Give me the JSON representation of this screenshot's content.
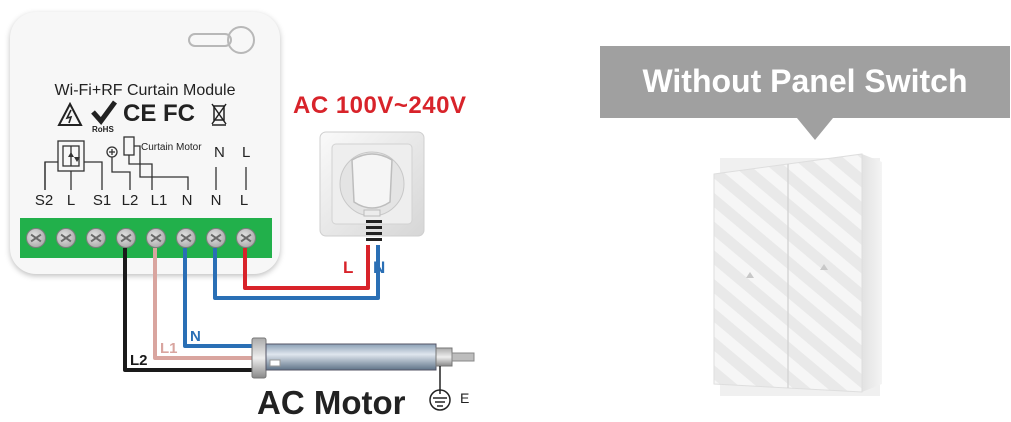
{
  "module": {
    "title": "Wi-Fi+RF Curtain Module",
    "cert_marks": [
      "CE",
      "FC",
      "RoHS"
    ],
    "motor_label": "Curtain Motor",
    "top_terminals": [
      "N",
      "L"
    ],
    "terminals": [
      "S2",
      "L",
      "S1",
      "L2",
      "L1",
      "N",
      "N",
      "L"
    ]
  },
  "power": {
    "range_label": "AC 100V~240V",
    "live_label": "L",
    "neutral_label": "N"
  },
  "wires": {
    "l2": "L2",
    "l1": "L1",
    "n": "N"
  },
  "motor": {
    "label": "AC Motor",
    "earth_label": "E"
  },
  "callout": {
    "text": "Without Panel Switch"
  },
  "colors": {
    "live": "#d8232a",
    "neutral": "#2a6fb5",
    "l1_wire": "#d9a59f",
    "l2_wire": "#1a1a1a",
    "terminal_green": "#22b04b",
    "callout_gray": "#a0a0a0"
  }
}
